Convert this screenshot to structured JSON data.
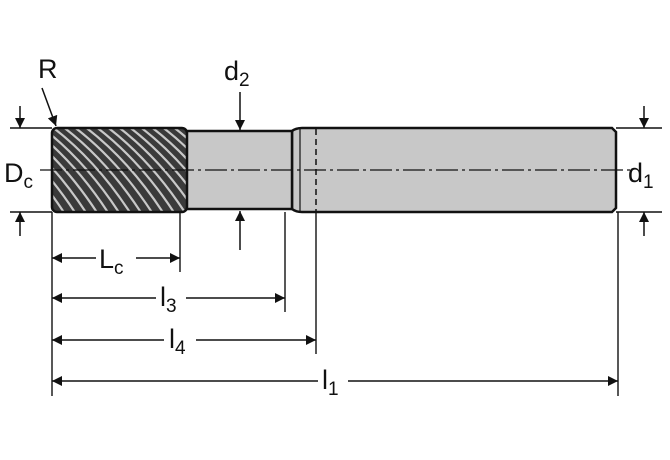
{
  "labels": {
    "R": {
      "main": "R",
      "sub": ""
    },
    "Dc": {
      "main": "D",
      "sub": "c"
    },
    "d2": {
      "main": "d",
      "sub": "2"
    },
    "d1": {
      "main": "d",
      "sub": "1"
    },
    "Lc": {
      "main": "L",
      "sub": "c"
    },
    "l3": {
      "main": "l",
      "sub": "3"
    },
    "l4": {
      "main": "l",
      "sub": "4"
    },
    "l1": {
      "main": "l",
      "sub": "1"
    }
  },
  "colors": {
    "body": "#c8c8c8",
    "line": "#111111",
    "flutes": "#3a3a3a"
  }
}
